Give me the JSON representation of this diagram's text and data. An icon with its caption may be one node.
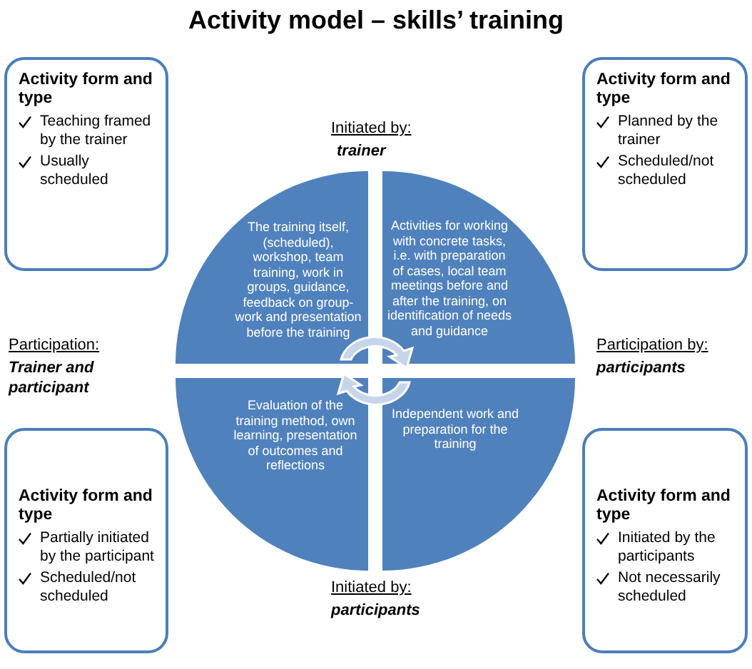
{
  "diagram": {
    "title": "Activity model – skills’ training",
    "nodes": [
      {
        "text": [
          "Activity form and type",
          "Teaching framed by the trainer",
          "Usually scheduled"
        ]
      },
      {
        "text": [
          "Activity form and type",
          "Planned by the trainer",
          "Scheduled/not scheduled"
        ]
      },
      {
        "text": [
          "The training itself, (scheduled), workshop, team training, work in groups, guidance, feedback on group-work and presentation before the training"
        ]
      },
      {
        "text": [
          "Activities for working with concrete tasks, i.e. with preparation of cases, local team meetings before and after the training, on identification of needs and guidance"
        ]
      },
      {
        "text": [
          "Evaluation of the training method, own learning, presentation of outcomes and reflections"
        ]
      },
      {
        "text": [
          "Independent work and preparation for the training"
        ]
      },
      {
        "text": [
          "Activity form and type",
          "Partially initiated by the participant",
          "Scheduled/not scheduled"
        ]
      },
      {
        "text": [
          "Activity form and type",
          "Initiated by the participants",
          "Not necessarily scheduled"
        ]
      }
    ],
    "edges": [],
    "labels": [
      "Initiated by:",
      "trainer",
      "Participation:",
      "Trainer and participant",
      "Participation by:",
      "participants",
      "Initiated by:",
      "participants"
    ]
  }
}
